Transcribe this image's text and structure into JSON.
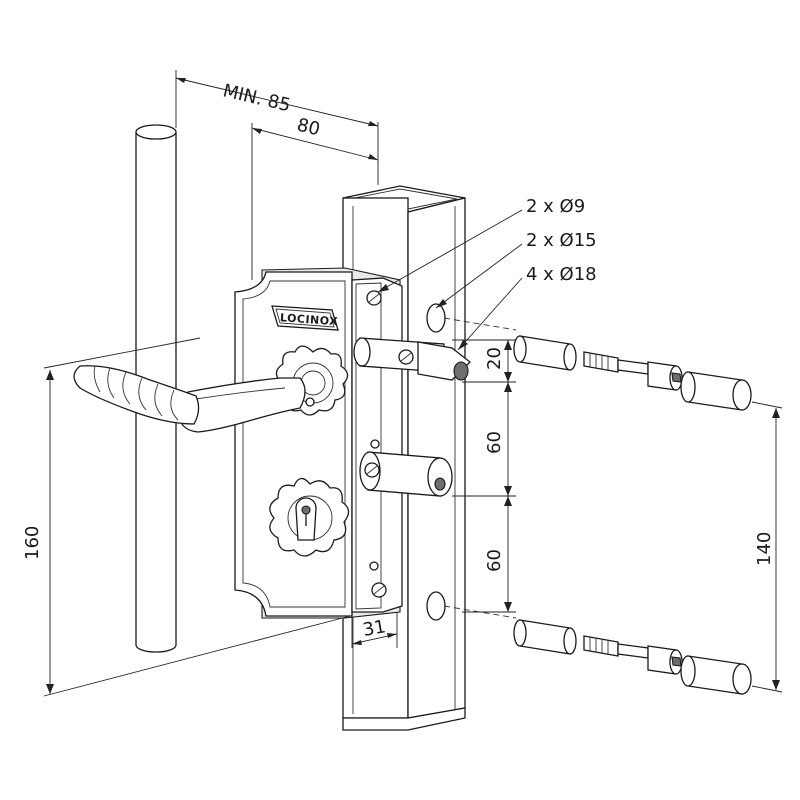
{
  "brand": {
    "logo_text": "LOCINOX"
  },
  "dimensions": {
    "min_width": "MIN. 85",
    "width": "80",
    "height_total": "160",
    "spacing_top": "20",
    "spacing_mid_1": "60",
    "spacing_mid_2": "60",
    "bolt_spacing": "140",
    "backset": "31"
  },
  "callouts": {
    "hole_9": "2 x Ø9",
    "hole_15": "2 x Ø15",
    "hole_18": "4 x Ø18"
  }
}
